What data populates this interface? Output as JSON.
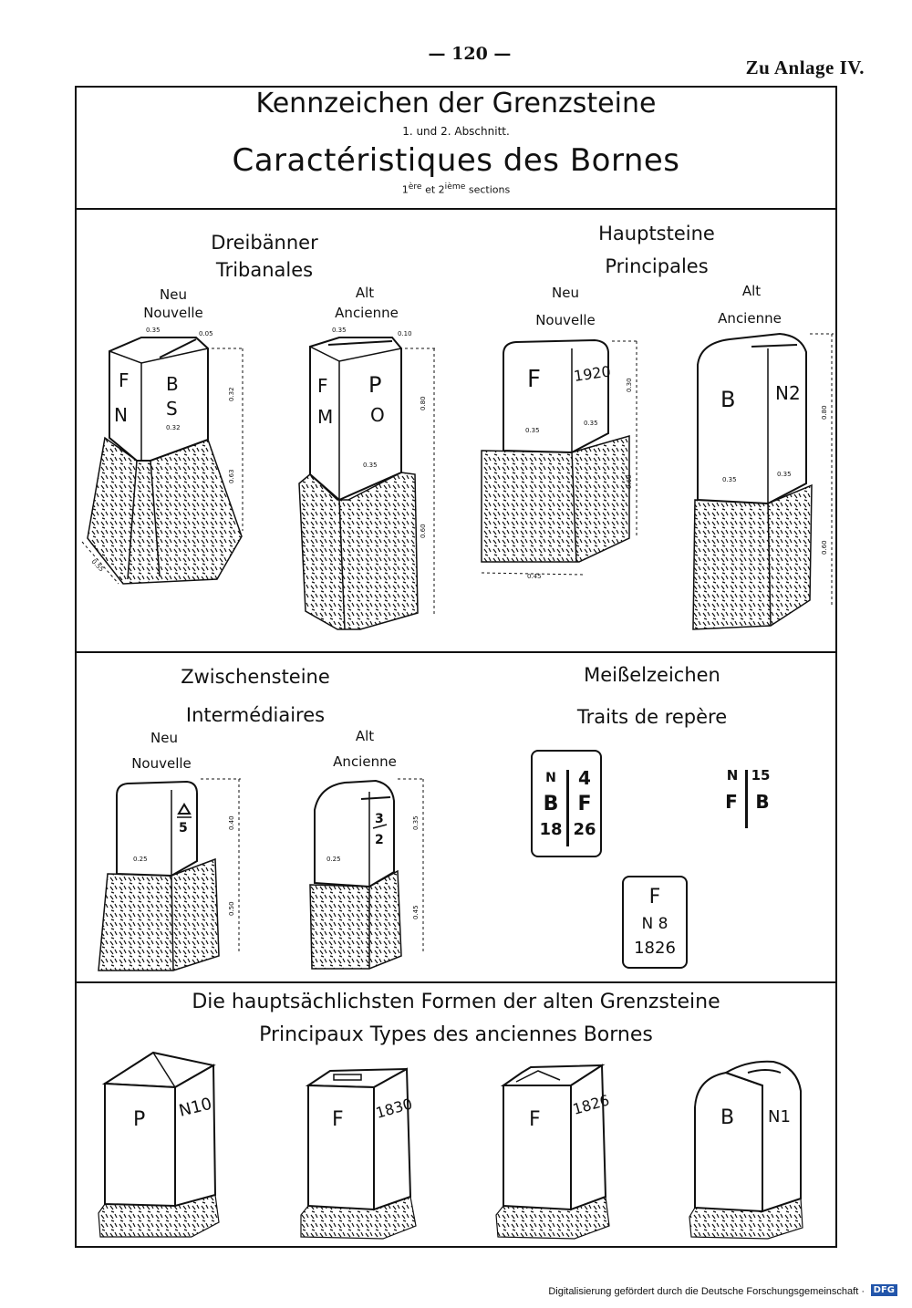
{
  "header": {
    "page_number": "— 120 —",
    "annex": "Zu Anlage IV."
  },
  "title": {
    "german": "Kennzeichen der Grenzsteine",
    "german_sub": "1. und 2. Abschnitt.",
    "french": "Caractéristiques des Bornes",
    "french_sub_1": "1",
    "french_sub_2": "ère",
    "french_sub_3": "et 2",
    "french_sub_4": "ième",
    "french_sub_5": "sections"
  },
  "section1": {
    "tribanal": {
      "heading_de": "Dreibänner",
      "heading_fr": "Tribanales",
      "new_label": "Neu",
      "new_label_fr": "Nouvelle",
      "old_label": "Alt",
      "old_label_fr": "Ancienne"
    },
    "principal": {
      "heading_de": "Hauptsteine",
      "heading_fr": "Principales",
      "new_label": "Neu",
      "new_label_fr": "Nouvelle",
      "old_label": "Alt",
      "old_label_fr": "Ancienne"
    },
    "stones": {
      "tri_new": {
        "l1": "F",
        "l2": "N",
        "r1": "B",
        "r2": "S"
      },
      "tri_old": {
        "l1": "F",
        "l2": "M",
        "r1": "P",
        "r2": "O"
      },
      "pri_new": {
        "front": "F",
        "side": "1920"
      },
      "pri_old": {
        "front": "B",
        "side": "N2"
      }
    },
    "dims": {
      "tri_new": {
        "top": "0.35",
        "corner": "0.05",
        "height": "0.32",
        "width": "0.32",
        "base": "0.63",
        "foot": "0.55"
      },
      "tri_old": {
        "top": "0.35",
        "corner": "0.10",
        "height": "0.80",
        "width": "0.35",
        "base": "0.60"
      },
      "pri_new": {
        "width_a": "0.35",
        "width_b": "0.35",
        "height": "0.30",
        "base": "0.60",
        "foot": "0.45"
      },
      "pri_old": {
        "width_a": "0.35",
        "width_b": "0.35",
        "height": "0.80",
        "base": "0.60"
      }
    }
  },
  "section2": {
    "intermediate": {
      "heading_de": "Zwischensteine",
      "heading_fr": "Intermédiaires",
      "new_label": "Neu",
      "new_label_fr": "Nouvelle",
      "old_label": "Alt",
      "old_label_fr": "Ancienne",
      "new_mark_1": "5",
      "old_mark_1": "3",
      "old_mark_2": "2",
      "dims_new": {
        "width": "0.25",
        "height": "0.40",
        "base": "0.50"
      },
      "dims_old": {
        "width": "0.25",
        "height": "0.35",
        "base": "0.45"
      }
    },
    "chisel": {
      "heading_de": "Meißelzeichen",
      "heading_fr": "Traits de repère",
      "stamp1": {
        "l1": "N",
        "l2": "B",
        "l3": "18",
        "r1": "4",
        "r2": "F",
        "r3": "26"
      },
      "stamp2": {
        "l1": "N",
        "l2": "F",
        "r1": "15",
        "r2": "B"
      },
      "stamp3": {
        "l1": "F",
        "l2": "N 8",
        "l3": "1826"
      }
    }
  },
  "section3": {
    "heading_de": "Die hauptsächlichsten Formen der alten Grenzsteine",
    "heading_fr": "Principaux Types des anciennes Bornes",
    "stones": [
      {
        "front": "P",
        "side": "N10"
      },
      {
        "front": "F",
        "side": "1830"
      },
      {
        "front": "F",
        "side": "1826"
      },
      {
        "front": "B",
        "side": "N1"
      }
    ]
  },
  "footer": {
    "text": "Digitalisierung gefördert durch die Deutsche Forschungsgemeinschaft ·",
    "badge": "DFG"
  }
}
